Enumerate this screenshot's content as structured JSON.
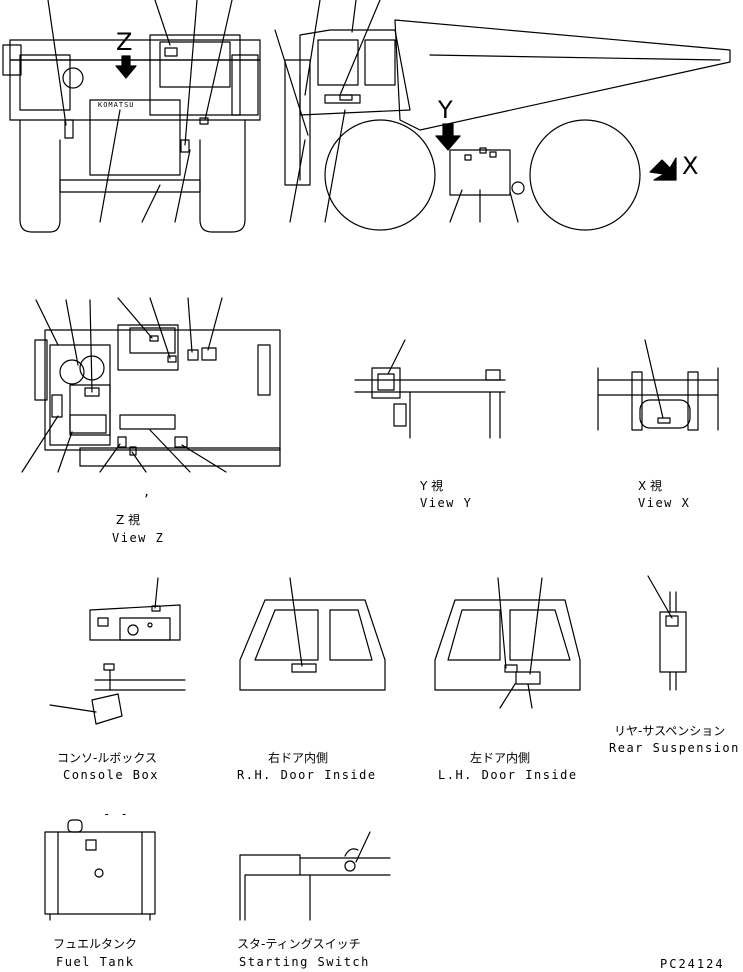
{
  "markers": {
    "z": "Z",
    "y": "Y",
    "x": "X"
  },
  "brand": "KOMATSU",
  "stray_mark": ",",
  "callout_dash": "- -",
  "views": {
    "z": {
      "jp": "Z 視",
      "en": "View Z"
    },
    "y": {
      "jp": "Y 視",
      "en": "View Y"
    },
    "x": {
      "jp": "X 視",
      "en": "View X"
    }
  },
  "details": {
    "console_box": {
      "jp": "コンソ-ルボックス",
      "en": "Console Box"
    },
    "rh_door": {
      "jp": "右ドア内側",
      "en": "R.H. Door Inside"
    },
    "lh_door": {
      "jp": "左ドア内側",
      "en": "L.H. Door Inside"
    },
    "rear_suspension": {
      "jp": "リヤ-サスペンション",
      "en": "Rear Suspension"
    },
    "fuel_tank": {
      "jp": "フュエルタンク",
      "en": "Fuel Tank"
    },
    "starting_switch": {
      "jp": "スタ-ティングスイッチ",
      "en": "Starting Switch"
    }
  },
  "drawing_code": "PC24124"
}
